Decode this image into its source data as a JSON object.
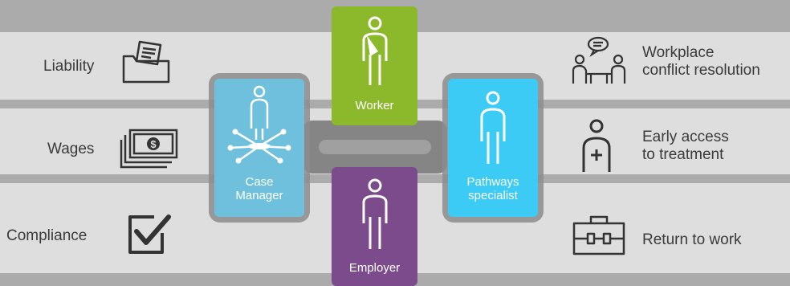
{
  "left_items": [
    {
      "label": "Liability",
      "icon": "folder-document-icon"
    },
    {
      "label": "Wages",
      "icon": "money-stack-icon"
    },
    {
      "label": "Compliance",
      "icon": "checkbox-icon"
    }
  ],
  "right_items": [
    {
      "label_line1": "Workplace",
      "label_line2": "conflict resolution",
      "icon": "meeting-discussion-icon"
    },
    {
      "label_line1": "Early access",
      "label_line2": "to treatment",
      "icon": "medical-person-icon"
    },
    {
      "label_line1": "Return to work",
      "label_line2": "",
      "icon": "briefcase-icon"
    }
  ],
  "roles": {
    "worker": {
      "label": "Worker",
      "color": "#8cb92b"
    },
    "case_manager": {
      "label_line1": "Case",
      "label_line2": "Manager",
      "color": "#6fc0dc"
    },
    "pathways_specialist": {
      "label_line1": "Pathways",
      "label_line2": "specialist",
      "color": "#3ccbf5"
    },
    "employer": {
      "label": "Employer",
      "color": "#7c4b8c"
    }
  },
  "colors": {
    "background": "#ababab",
    "band": "#dedede",
    "frame": "#8c8c8c",
    "center": "#757575",
    "text": "#3a3a3a"
  }
}
